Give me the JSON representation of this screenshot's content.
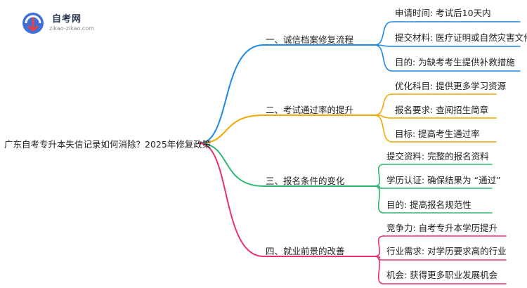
{
  "logo": {
    "title": "自考网",
    "subtitle": "zikao-zikao.com"
  },
  "root": "广东自考专升本失信记录如何消除？2025年修复政策",
  "branches": [
    {
      "label": "一、诚信档案修复流程",
      "color": "#1e88e5",
      "leaves": [
        "申请时间: 考试后10天内",
        "提交材料: 医疗证明或自然灾害文件",
        "目的: 为缺考考生提供补救措施"
      ]
    },
    {
      "label": "二、考试通过率的提升",
      "color": "#f2a900",
      "leaves": [
        "优化科目: 提供更多学习资源",
        "报名要求: 查阅招生简章",
        "目标: 提高考生通过率"
      ]
    },
    {
      "label": "三、报名条件的变化",
      "color": "#2eb871",
      "leaves": [
        "提交资料: 完整的报名资料",
        "学历认证: 确保结果为 “通过”",
        "目的: 提高报名规范性"
      ]
    },
    {
      "label": "四、就业前景的改善",
      "color": "#e8336f",
      "leaves": [
        "竞争力: 自考专升本学历提升",
        "行业需求: 对学历要求高的行业",
        "机会: 获得更多职业发展机会"
      ]
    }
  ]
}
